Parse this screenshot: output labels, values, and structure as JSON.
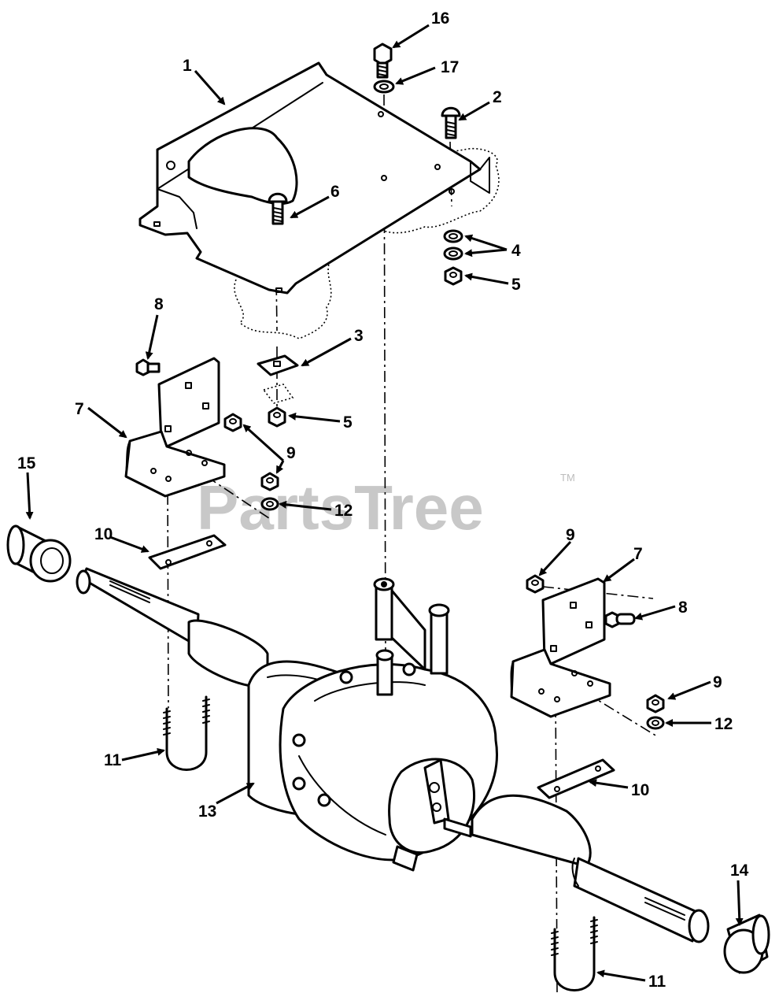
{
  "diagram": {
    "watermark": "PartsTree",
    "trademark": "TM",
    "callouts": {
      "c1": "1",
      "c2": "2",
      "c3": "3",
      "c4": "4",
      "c5a": "5",
      "c5b": "5",
      "c6": "6",
      "c7a": "7",
      "c7b": "7",
      "c8a": "8",
      "c8b": "8",
      "c9a": "9",
      "c9b": "9",
      "c9c": "9",
      "c10a": "10",
      "c10b": "10",
      "c11a": "11",
      "c11b": "11",
      "c12a": "12",
      "c12b": "12",
      "c13": "13",
      "c14": "14",
      "c15": "15",
      "c16": "16",
      "c17": "17"
    }
  }
}
